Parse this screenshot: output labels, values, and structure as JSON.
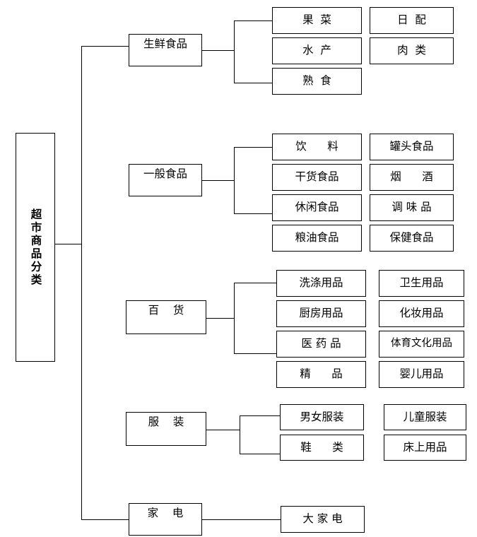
{
  "diagram": {
    "title": "超市商品分类",
    "root": {
      "label": "超市商品分类",
      "orientation": "vertical"
    },
    "groups": [
      {
        "id": "fresh-food",
        "category": "生鲜食品",
        "left_column": [
          "果  菜",
          "水  产",
          "熟  食"
        ],
        "right_column": [
          "日  配",
          "肉  类"
        ]
      },
      {
        "id": "general-food",
        "category": "一般食品",
        "left_column": [
          "饮      料",
          "干货食品",
          "休闲食品",
          "粮油食品"
        ],
        "right_column": [
          "罐头食品",
          "烟      酒",
          "调 味 品",
          "保健食品"
        ]
      },
      {
        "id": "general-merchandise",
        "category": "百    货",
        "left_column": [
          "洗涤用品",
          "厨房用品",
          "医 药 品",
          "精      品"
        ],
        "right_column": [
          "卫生用品",
          "化妆用品",
          "体育文化用品",
          "婴儿用品"
        ]
      },
      {
        "id": "clothing",
        "category": "服    装",
        "left_column": [
          "男女服装",
          "鞋      类"
        ],
        "right_column": [
          "儿童服装",
          "床上用品"
        ]
      },
      {
        "id": "appliances",
        "category": "家    电",
        "left_column": [
          "大 家 电"
        ],
        "right_column": []
      }
    ],
    "colors": {
      "line": "#000000",
      "box_fill": "#ffffff",
      "text": "#000000",
      "background": "#ffffff"
    }
  }
}
